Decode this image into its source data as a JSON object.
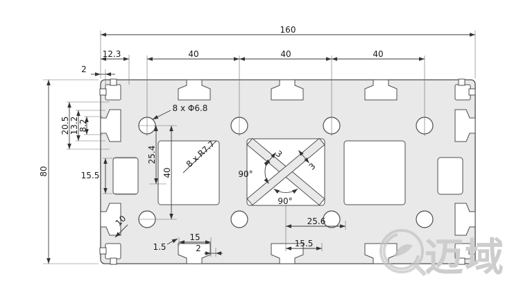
{
  "dims": {
    "overall_width": "160",
    "offset_left": "12.3",
    "pitch_a": "40",
    "pitch_b": "40",
    "pitch_c": "40",
    "wall_top": "2",
    "overall_height": "80",
    "slot_h_outer": "20.5",
    "slot_h_mid": "13.2",
    "slot_h_opening": "8.2",
    "cavity_height": "15.5",
    "hole_to_edge": "25.4",
    "hole_pitch_vertical": "40",
    "hole_callout": "8 x Φ6.8",
    "corner_radius_callout": "8 x R7.7",
    "angle_left": "90°",
    "angle_bottom": "90°",
    "web_thickness_a": "3",
    "web_thickness_b": "3",
    "center_width": "25.6",
    "center_slot_width": "15.5",
    "slot_channel_width": "15",
    "slot_wall": "2",
    "wall_bottom": "1.5",
    "corner_slot": "10"
  },
  "watermark": {
    "text": "迈域",
    "logo": "swirl-logo"
  },
  "colors": {
    "profile_fill": "#e9e9e9",
    "line": "#3a3a3a",
    "watermark": "#cdcdcd"
  }
}
